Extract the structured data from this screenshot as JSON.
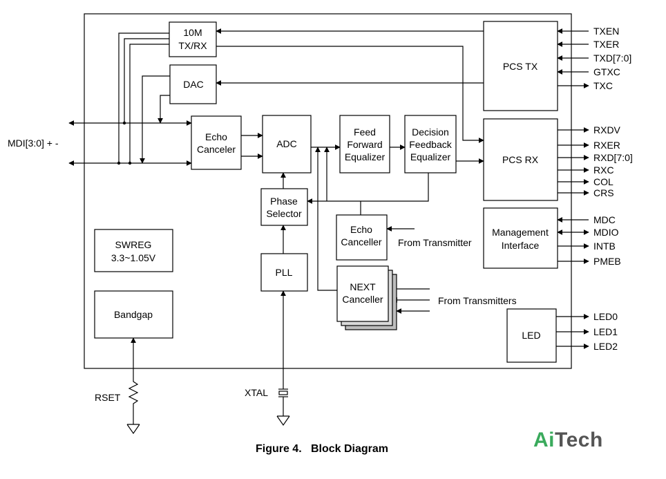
{
  "blocks": {
    "tx10m": [
      "10M",
      "TX/RX"
    ],
    "dac": [
      "DAC"
    ],
    "pcs_tx": [
      "PCS TX"
    ],
    "pcs_rx": [
      "PCS RX"
    ],
    "echo1": [
      "Echo",
      "Canceler"
    ],
    "adc": [
      "ADC"
    ],
    "ffe": [
      "Feed",
      "Forward",
      "Equalizer"
    ],
    "dfe": [
      "Decision",
      "Feedback",
      "Equalizer"
    ],
    "phase": [
      "Phase",
      "Selector"
    ],
    "echo2": [
      "Echo",
      "Canceller"
    ],
    "next": [
      "NEXT",
      "Canceller"
    ],
    "pll": [
      "PLL"
    ],
    "swreg": [
      "SWREG",
      "3.3~1.05V"
    ],
    "bandgap": [
      "Bandgap"
    ],
    "mgmt": [
      "Management",
      "Interface"
    ],
    "led": [
      "LED"
    ]
  },
  "signals": {
    "pcs_tx": [
      "TXEN",
      "TXER",
      "TXD[7:0]",
      "GTXC",
      "TXC"
    ],
    "pcs_rx": [
      "RXDV",
      "RXER",
      "RXD[7:0]",
      "RXC",
      "COL",
      "CRS"
    ],
    "mgmt": [
      "MDC",
      "MDIO",
      "INTB",
      "PMEB"
    ],
    "led": [
      "LED0",
      "LED1",
      "LED2"
    ]
  },
  "labels": {
    "mdi": "MDI[3:0] + -",
    "from_transmitter": "From Transmitter",
    "from_transmitters": "From Transmitters",
    "rset": "RSET",
    "xtal": "XTAL"
  },
  "caption": "Figure 4.   Block Diagram",
  "logo": {
    "part1": "Ai",
    "part2": "Tech",
    "color1": "#3aaa5c",
    "color2": "#555555"
  }
}
